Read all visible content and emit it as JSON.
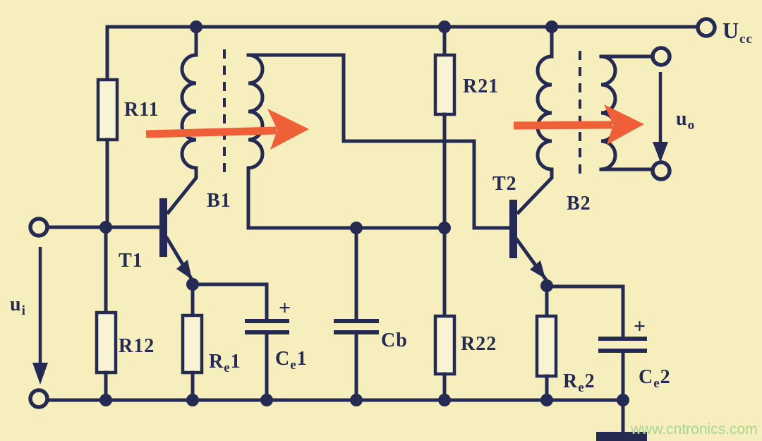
{
  "title": "transformer-coupled two-stage amplifier schematic",
  "colors": {
    "background": "#f6efbd",
    "wire": "#242a52",
    "signal_arrow": "#ef6038",
    "resistor_fill": "#f8f3d2",
    "watermark": "#a9d78f"
  },
  "power": {
    "label_main": "U",
    "label_sub": "cc"
  },
  "output": {
    "label_main": "u",
    "label_sub": "o"
  },
  "input": {
    "label_main": "u",
    "label_sub": "i"
  },
  "resistors": {
    "r11": "R11",
    "r12": "R12",
    "r21": "R21",
    "r22": "R22",
    "re1_main": "R",
    "re1_sub": "e",
    "re1_tail": "1",
    "re2_main": "R",
    "re2_sub": "e",
    "re2_tail": "2"
  },
  "capacitors": {
    "cb": "Cb",
    "ce1_main": "C",
    "ce1_sub": "e",
    "ce1_tail": "1",
    "ce2_main": "C",
    "ce2_sub": "e",
    "ce2_tail": "2",
    "polarity_ce1": "+",
    "polarity_ce2": "+"
  },
  "transistors": {
    "t1": "T1",
    "t2": "T2"
  },
  "transformers": {
    "b1": "B1",
    "b2": "B2"
  },
  "watermark": {
    "text": "www.cntronics.com"
  }
}
